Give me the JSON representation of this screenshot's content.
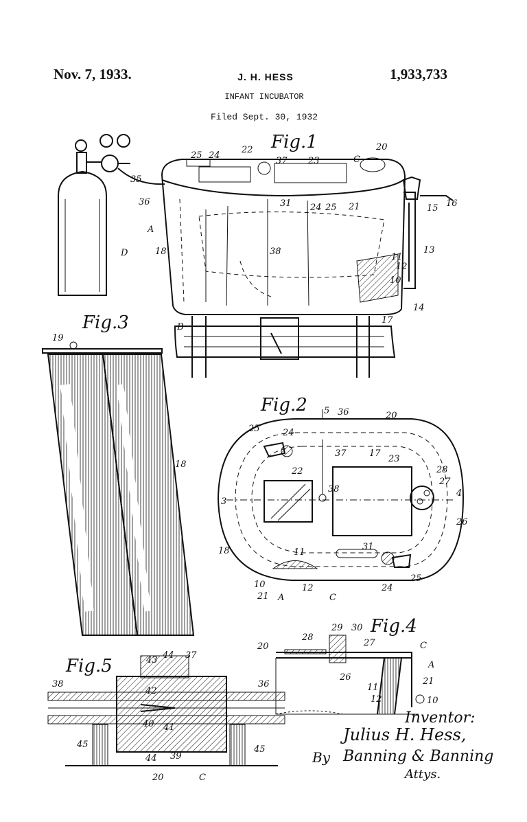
{
  "header": {
    "date": "Nov. 7, 1933.",
    "inventor_name": "J. H. HESS",
    "patent_number": "1,933,733",
    "title": "INFANT INCUBATOR",
    "filed": "Filed Sept. 30, 1932"
  },
  "figures": {
    "fig1": {
      "label": "Fig.1",
      "refs": [
        "25",
        "24",
        "22",
        "37",
        "23",
        "C",
        "20",
        "36",
        "35",
        "31",
        "24",
        "25",
        "21",
        "15",
        "16",
        "A",
        "18",
        "38",
        "D",
        "11",
        "12",
        "13",
        "10",
        "14",
        "17",
        "B"
      ]
    },
    "fig2": {
      "label": "Fig.2",
      "refs": [
        "5",
        "36",
        "20",
        "25",
        "24",
        "37",
        "17",
        "23",
        "22",
        "28",
        "27",
        "3",
        "38",
        "4",
        "26",
        "18",
        "11",
        "31",
        "10",
        "12",
        "24",
        "25",
        "21",
        "A",
        "C"
      ]
    },
    "fig3": {
      "label": "Fig.3",
      "refs": [
        "19",
        "18"
      ]
    },
    "fig4": {
      "label": "Fig.4",
      "refs": [
        "29",
        "30",
        "28",
        "27",
        "20",
        "C",
        "A",
        "26",
        "11",
        "21",
        "12",
        "10"
      ]
    },
    "fig5": {
      "label": "Fig.5",
      "refs": [
        "43",
        "44",
        "37",
        "38",
        "42",
        "36",
        "40",
        "41",
        "45",
        "44",
        "39",
        "45",
        "20",
        "C"
      ]
    }
  },
  "signature": {
    "inventor_label": "Inventor:",
    "inventor_sig": "Julius H. Hess,",
    "by": "By",
    "attorneys_sig": "Banning & Banning",
    "attys": "Attys."
  }
}
